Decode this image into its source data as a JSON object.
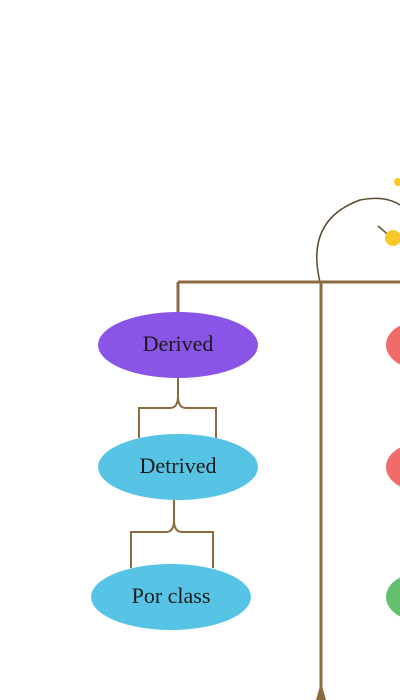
{
  "nodes": [
    {
      "label": "Derived",
      "color": "#8a55e6"
    },
    {
      "label": "Detrived",
      "color": "#57c4e6"
    },
    {
      "label": "Por class",
      "color": "#57c4e6"
    }
  ],
  "partial_nodes_right": [
    {
      "color": "#f26b6b"
    },
    {
      "color": "#f26b6b"
    },
    {
      "color": "#62c06e"
    }
  ],
  "connector_color": "#8b6a3f",
  "top_arc_color": "#5b4a2f",
  "dot_color": "#f5c92c"
}
